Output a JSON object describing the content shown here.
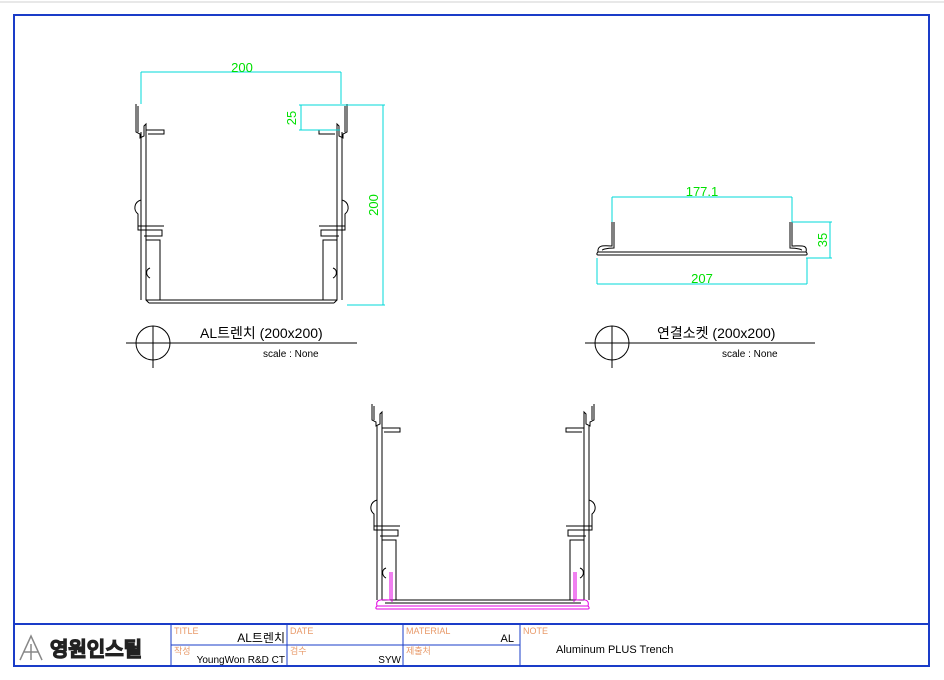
{
  "colors": {
    "border": "#1a3cc8",
    "dimension": "#00e000",
    "dim_line": "#00d8d8",
    "profile": "#000000",
    "highlight": "#e000e0",
    "field_label": "#e89a6a"
  },
  "views": {
    "trench": {
      "title": "AL트렌치 (200x200)",
      "scale": "scale : None",
      "dims": {
        "width": "200",
        "flange": "25",
        "height": "200"
      }
    },
    "socket": {
      "title": "연결소켓 (200x200)",
      "scale": "scale : None",
      "dims": {
        "inner": "177.1",
        "height": "35",
        "outer": "207"
      }
    }
  },
  "title_block": {
    "logo": "영원인스틸",
    "title_label": "TITLE",
    "title_value": "AL트렌치",
    "author_label": "작성",
    "author_value": "YoungWon R&D CT",
    "date_label": "DATE",
    "date_value": "",
    "check_label": "검수",
    "check_value": "SYW",
    "material_label": "MATERIAL",
    "material_value": "AL",
    "submit_label": "제출처",
    "submit_value": "",
    "note_label": "NOTE",
    "note_value": "Aluminum PLUS Trench"
  }
}
